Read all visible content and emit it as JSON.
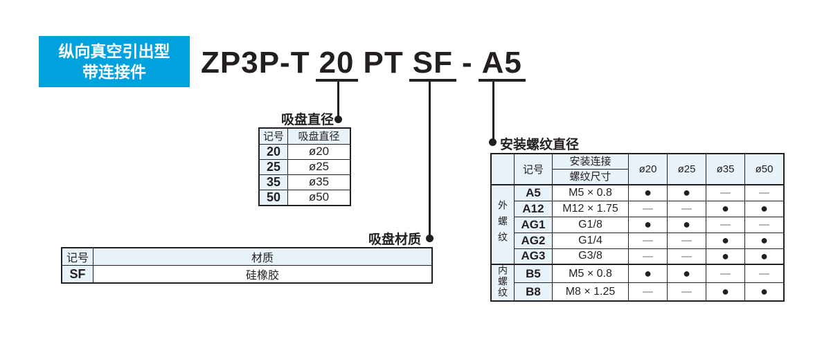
{
  "colors": {
    "accent_blue": "#00a1dc",
    "table_header_bg": "#e8f2f9",
    "line_color": "#231f20",
    "dash_gray": "#6e6e6e"
  },
  "badge": {
    "line1": "纵向真空引出型",
    "line2": "带连接件"
  },
  "model": {
    "prefix": "ZP3P-T",
    "seg_diameter": "20",
    "seg_pt": "PT",
    "seg_material": "SF",
    "seg_dash": "-",
    "seg_thread": "A5"
  },
  "diameter_table": {
    "title": "吸盘直径",
    "headers": [
      "记号",
      "吸盘直径"
    ],
    "rows": [
      {
        "symbol": "20",
        "value": "ø20"
      },
      {
        "symbol": "25",
        "value": "ø25"
      },
      {
        "symbol": "35",
        "value": "ø35"
      },
      {
        "symbol": "50",
        "value": "ø50"
      }
    ]
  },
  "material_table": {
    "title": "吸盘材质",
    "headers": [
      "记号",
      "材质"
    ],
    "rows": [
      {
        "symbol": "SF",
        "value": "硅橡胶"
      }
    ]
  },
  "thread_table": {
    "title": "安装螺纹直径",
    "symbol_header": "记号",
    "thread_header_line1": "安装连接",
    "thread_header_line2": "螺纹尺寸",
    "size_headers": [
      "ø20",
      "ø25",
      "ø35",
      "ø50"
    ],
    "groups": [
      {
        "label": "外螺纹",
        "rows": [
          {
            "symbol": "A5",
            "thread": "M5 × 0.8",
            "marks": [
              "●",
              "●",
              "—",
              "—"
            ]
          },
          {
            "symbol": "A12",
            "thread": "M12 × 1.75",
            "marks": [
              "—",
              "—",
              "●",
              "●"
            ]
          },
          {
            "symbol": "AG1",
            "thread": "G1/8",
            "marks": [
              "●",
              "●",
              "—",
              "—"
            ]
          },
          {
            "symbol": "AG2",
            "thread": "G1/4",
            "marks": [
              "—",
              "—",
              "●",
              "●"
            ]
          },
          {
            "symbol": "AG3",
            "thread": "G3/8",
            "marks": [
              "—",
              "—",
              "●",
              "●"
            ]
          }
        ]
      },
      {
        "label": "内螺纹",
        "rows": [
          {
            "symbol": "B5",
            "thread": "M5 × 0.8",
            "marks": [
              "●",
              "●",
              "—",
              "—"
            ]
          },
          {
            "symbol": "B8",
            "thread": "M8 × 1.25",
            "marks": [
              "—",
              "—",
              "●",
              "●"
            ]
          }
        ]
      }
    ]
  }
}
